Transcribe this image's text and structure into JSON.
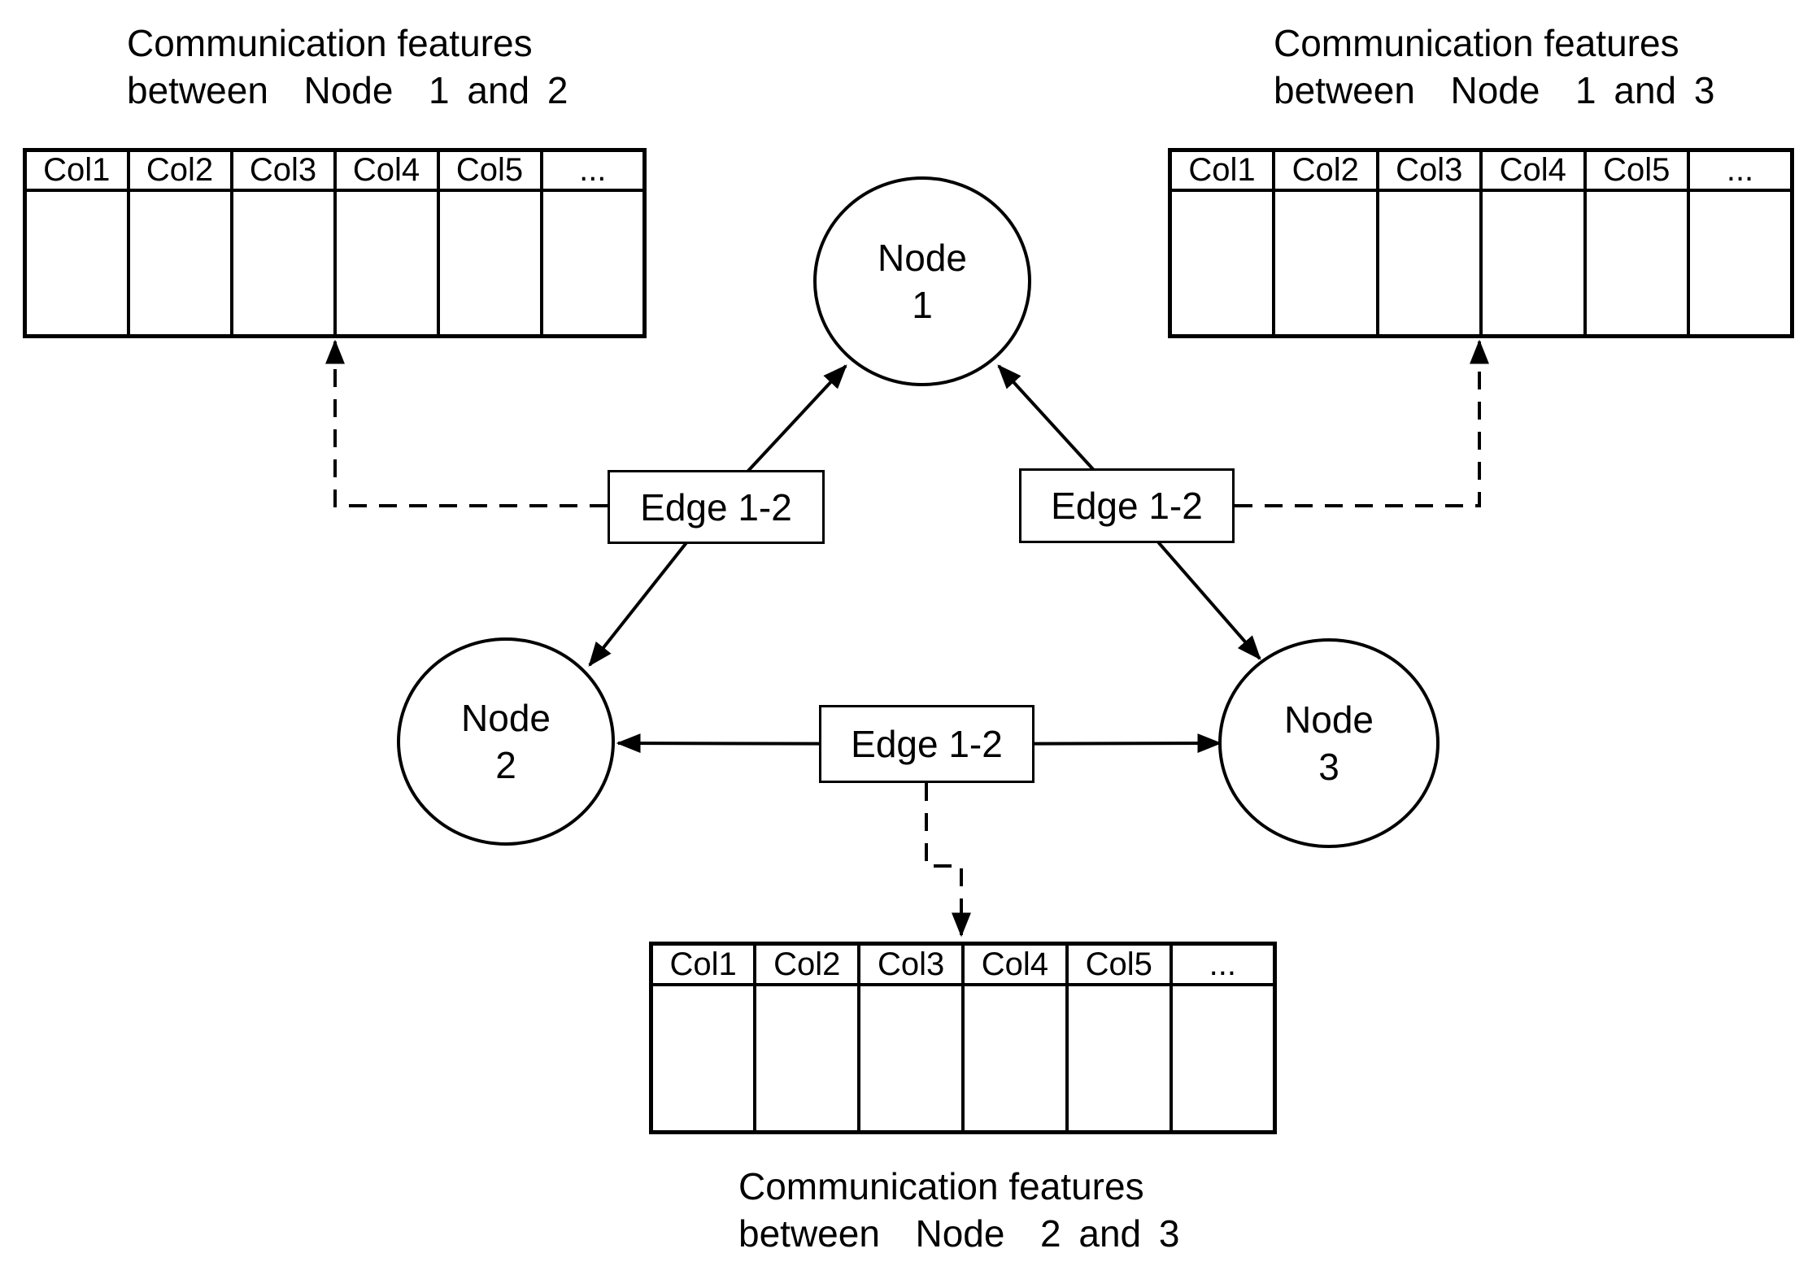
{
  "page": {
    "background_color": "#ffffff",
    "ink_color": "#000000",
    "description": "Graph diagram of three nodes with edge feature tables"
  },
  "captions": {
    "top_left": {
      "line1": "Communication features",
      "line2": "between  Node  1 and 2"
    },
    "top_right": {
      "line1": "Communication features",
      "line2": "between  Node  1 and 3"
    },
    "bottom": {
      "line1": "Communication features",
      "line2": "between  Node  2 and 3"
    }
  },
  "tables": {
    "top_left": {
      "columns": [
        "Col1",
        "Col2",
        "Col3",
        "Col4",
        "Col5",
        "..."
      ]
    },
    "top_right": {
      "columns": [
        "Col1",
        "Col2",
        "Col3",
        "Col4",
        "Col5",
        "..."
      ]
    },
    "bottom": {
      "columns": [
        "Col1",
        "Col2",
        "Col3",
        "Col4",
        "Col5",
        "..."
      ]
    }
  },
  "nodes": {
    "node1": {
      "line1": "Node",
      "line2": "1"
    },
    "node2": {
      "line1": "Node",
      "line2": "2"
    },
    "node3": {
      "line1": "Node",
      "line2": "3"
    }
  },
  "edges": {
    "between_1_2": {
      "label": "Edge 1-2"
    },
    "between_1_3": {
      "label": "Edge 1-2"
    },
    "between_2_3": {
      "label": "Edge 1-2"
    }
  }
}
